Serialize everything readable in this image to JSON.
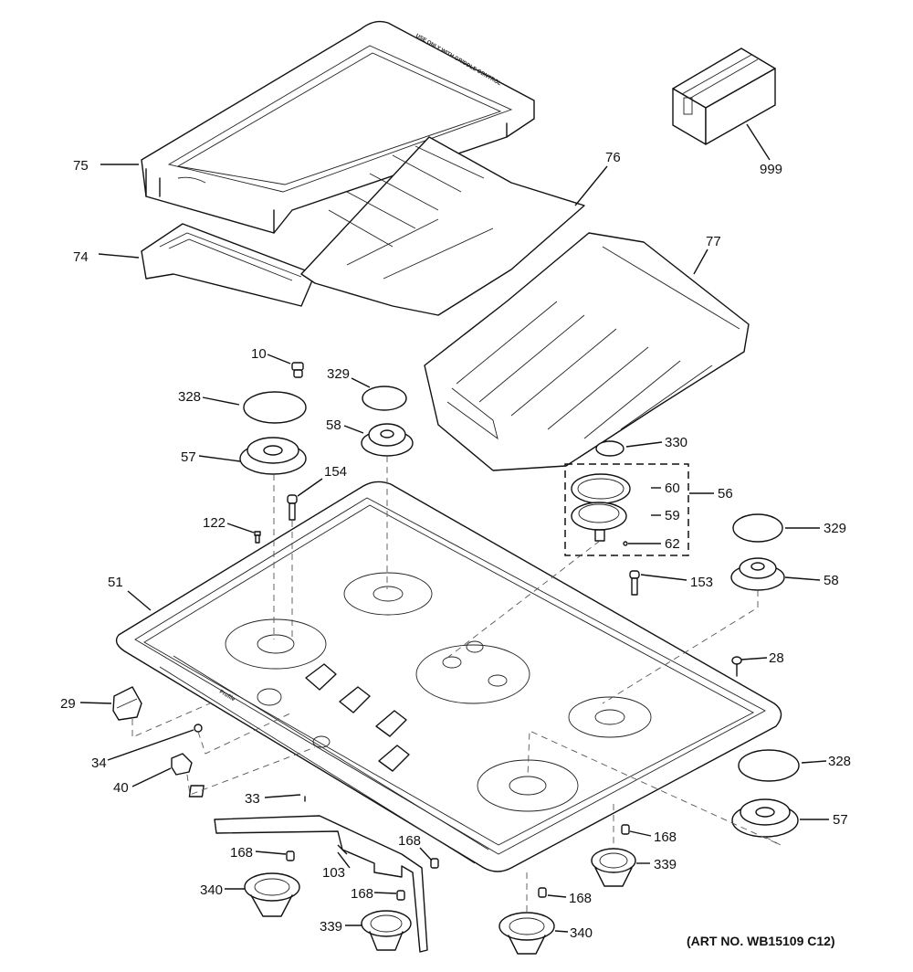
{
  "diagram": {
    "title": "Gas cooktop exploded parts view",
    "art_number": "(ART NO. WB15109 C12)",
    "griddle_text": "USE ONLY WITH GRIDDLE CONTROL",
    "brand_text": "Profile",
    "callouts": [
      {
        "id": "999",
        "part": "shipping-box"
      },
      {
        "id": "75",
        "part": "griddle"
      },
      {
        "id": "76",
        "part": "grate-center"
      },
      {
        "id": "74",
        "part": "grate-left"
      },
      {
        "id": "77",
        "part": "grate-right"
      },
      {
        "id": "10",
        "part": "orifice"
      },
      {
        "id": "329",
        "part": "burner-cap-small-left"
      },
      {
        "id": "328",
        "part": "burner-cap-large-left"
      },
      {
        "id": "58",
        "part": "burner-head-small-left"
      },
      {
        "id": "57",
        "part": "burner-head-large-left"
      },
      {
        "id": "154",
        "part": "screw-left"
      },
      {
        "id": "122",
        "part": "screw-small"
      },
      {
        "id": "330",
        "part": "burner-cap-center"
      },
      {
        "id": "60",
        "part": "burner-inner-center"
      },
      {
        "id": "56",
        "part": "burner-assembly-center"
      },
      {
        "id": "59",
        "part": "burner-outer-center"
      },
      {
        "id": "62",
        "part": "o-ring"
      },
      {
        "id": "329",
        "part": "burner-cap-small-right"
      },
      {
        "id": "153",
        "part": "screw-right"
      },
      {
        "id": "58",
        "part": "burner-head-small-right"
      },
      {
        "id": "51",
        "part": "cooktop-main-top"
      },
      {
        "id": "28",
        "part": "screw-right-edge"
      },
      {
        "id": "29",
        "part": "knob-large"
      },
      {
        "id": "34",
        "part": "knob-insert"
      },
      {
        "id": "40",
        "part": "knob-small"
      },
      {
        "id": "33",
        "part": "switch"
      },
      {
        "id": "328",
        "part": "burner-cap-large-right"
      },
      {
        "id": "57",
        "part": "burner-head-large-right"
      },
      {
        "id": "168",
        "part": "clip-a"
      },
      {
        "id": "103",
        "part": "bracket"
      },
      {
        "id": "168",
        "part": "clip-b"
      },
      {
        "id": "168",
        "part": "clip-c"
      },
      {
        "id": "168",
        "part": "clip-d"
      },
      {
        "id": "339",
        "part": "burner-base-right"
      },
      {
        "id": "340",
        "part": "burner-base-left"
      },
      {
        "id": "168",
        "part": "clip-e"
      },
      {
        "id": "339",
        "part": "burner-base-bottom"
      },
      {
        "id": "340",
        "part": "burner-base-bottom-center"
      }
    ]
  }
}
